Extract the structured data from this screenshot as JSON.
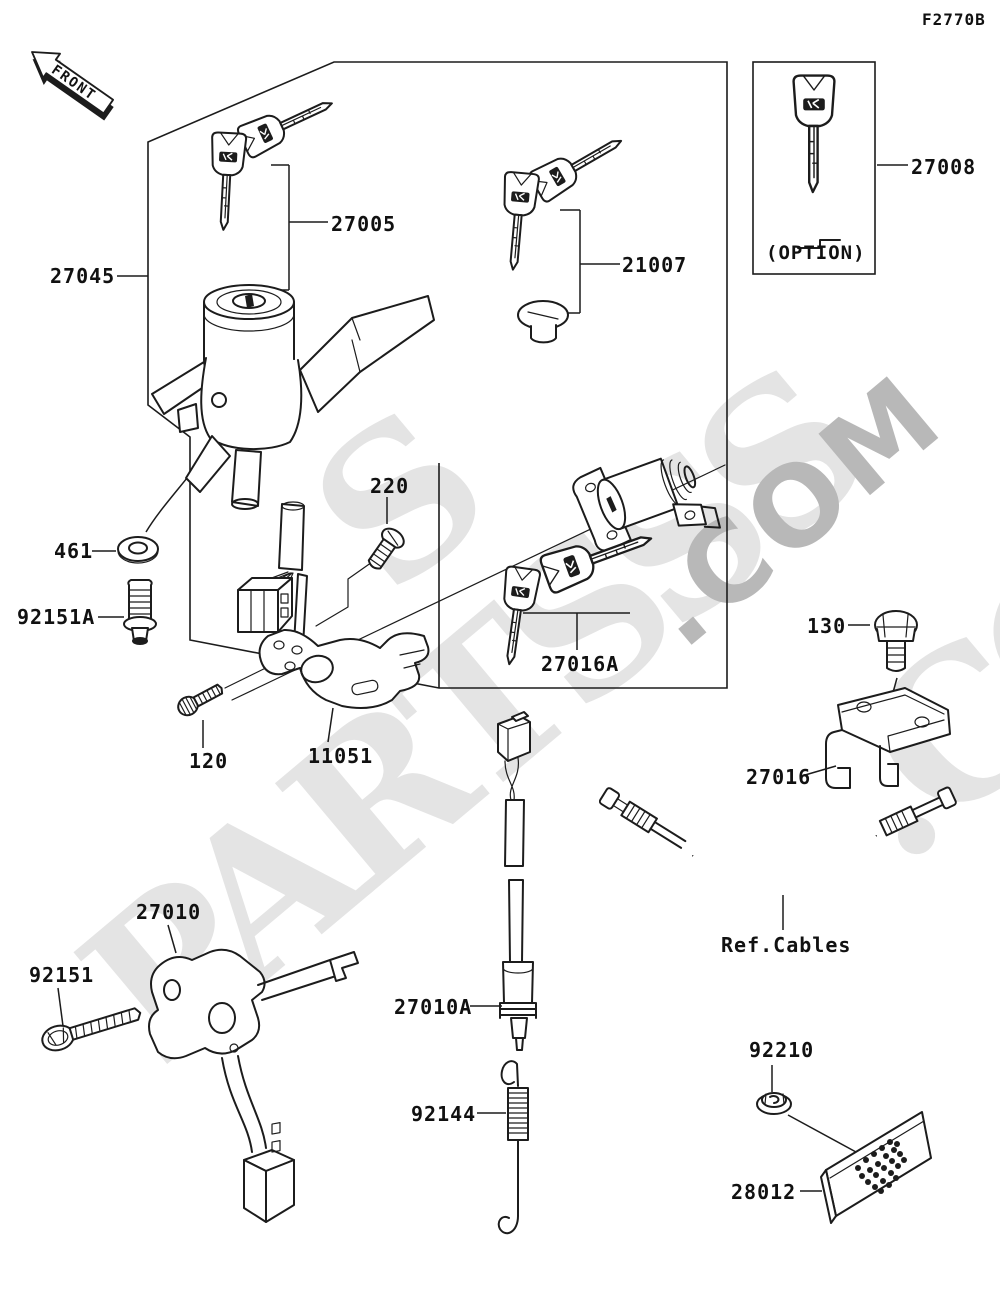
{
  "page": {
    "figure_code": "F2770B",
    "front_arrow": "FRONT",
    "option_caption": "(OPTION)",
    "watermark": {
      "text_main": "PARTSSS",
      "text_com": ".COM",
      "text_s": "S",
      "text_co": ".CO"
    },
    "colors": {
      "line": "#1c1c1c",
      "background": "#ffffff",
      "watermark_light": "#e4e4e4",
      "watermark_dark": "#b8b8b8"
    }
  },
  "labels": {
    "p27045": "27045",
    "p27005": "27005",
    "p21007": "21007",
    "p27008": "27008",
    "p461": "461",
    "p92151a": "92151A",
    "p220": "220",
    "p27016a": "27016A",
    "p120": "120",
    "p11051": "11051",
    "p130": "130",
    "p27016": "27016",
    "pref_cables": "Ref.Cables",
    "p27010": "27010",
    "p92151": "92151",
    "p27010a": "27010A",
    "p92144": "92144",
    "p92210": "92210",
    "p28012": "28012"
  }
}
